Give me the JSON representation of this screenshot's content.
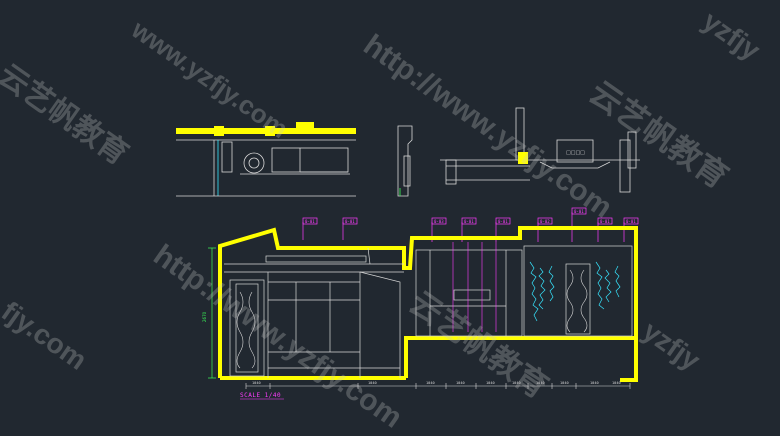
{
  "drawing": {
    "scale_label": "SCALE 1/40",
    "tags": [
      "0-01",
      "0-01",
      "0-03",
      "0-01",
      "0-01",
      "0-02",
      "0-01",
      "0-01",
      "0-01"
    ],
    "dimensions_bottom": [
      "1040",
      "1040",
      "1040",
      "1040",
      "1040",
      "1040",
      "1040",
      "1040",
      "1040",
      "1040"
    ],
    "height_label": "2670",
    "plaque_text": "□□□□"
  },
  "watermarks": {
    "url": "http://www.yzfjy.com",
    "cn": "云艺帆教育",
    "url_partial_a": "www.yzfjy.com",
    "url_partial_b": "fjy.com",
    "url_partial_c": "yzfjy"
  },
  "colors": {
    "background": "#212830",
    "wall": "#ffff00",
    "line": "#d8d8d8",
    "tag": "#ff3cff",
    "accent_green": "#3cff5a",
    "accent_cyan": "#36e6ff"
  }
}
